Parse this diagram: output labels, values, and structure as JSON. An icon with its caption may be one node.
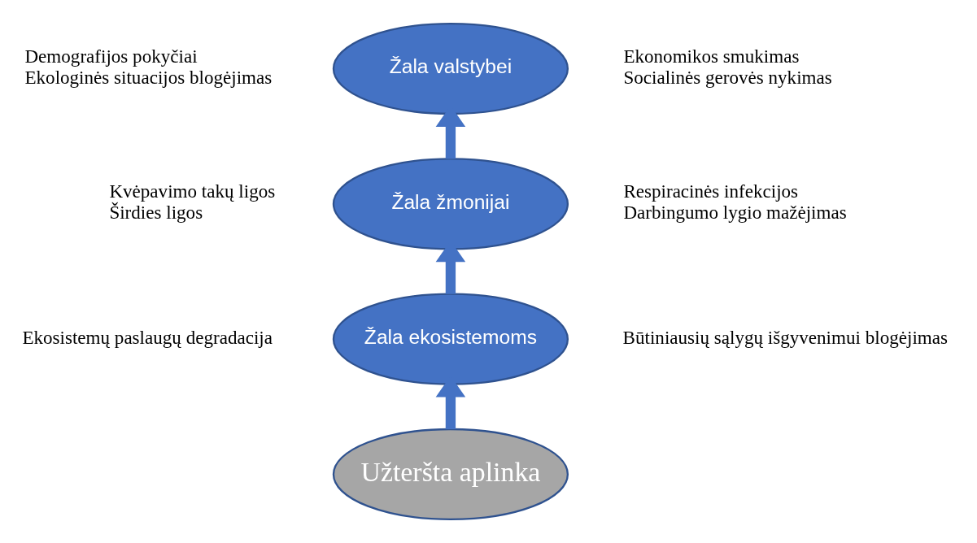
{
  "diagram": {
    "nodes": [
      {
        "text": [
          "Žala valstybei"
        ],
        "beside": [
          "Demografijos pokyčiai",
          "Ekologinės situacijos blogėjimas",
          "Ekonomikos smukimas",
          "Socialinės gerovės nykimas"
        ]
      },
      {
        "text": [
          "Žala žmonijai"
        ],
        "beside": [
          "Kvėpavimo takų ligos",
          "Širdies ligos",
          "Respiracinės infekcijos",
          "Darbingumo lygio mažėjimas"
        ]
      },
      {
        "text": [
          "Žala ekosistemoms"
        ],
        "beside": [
          "Ekosistemų paslaugų degradacija",
          "Būtiniausių sąlygų išgyvenimui blogėjimas"
        ]
      },
      {
        "text": [
          "Užteršta aplinka"
        ]
      }
    ],
    "edges": [
      {
        "from": 3,
        "to": 2,
        "arrow": "to"
      },
      {
        "from": 2,
        "to": 1,
        "arrow": "to"
      },
      {
        "from": 1,
        "to": 0,
        "arrow": "to"
      }
    ]
  }
}
